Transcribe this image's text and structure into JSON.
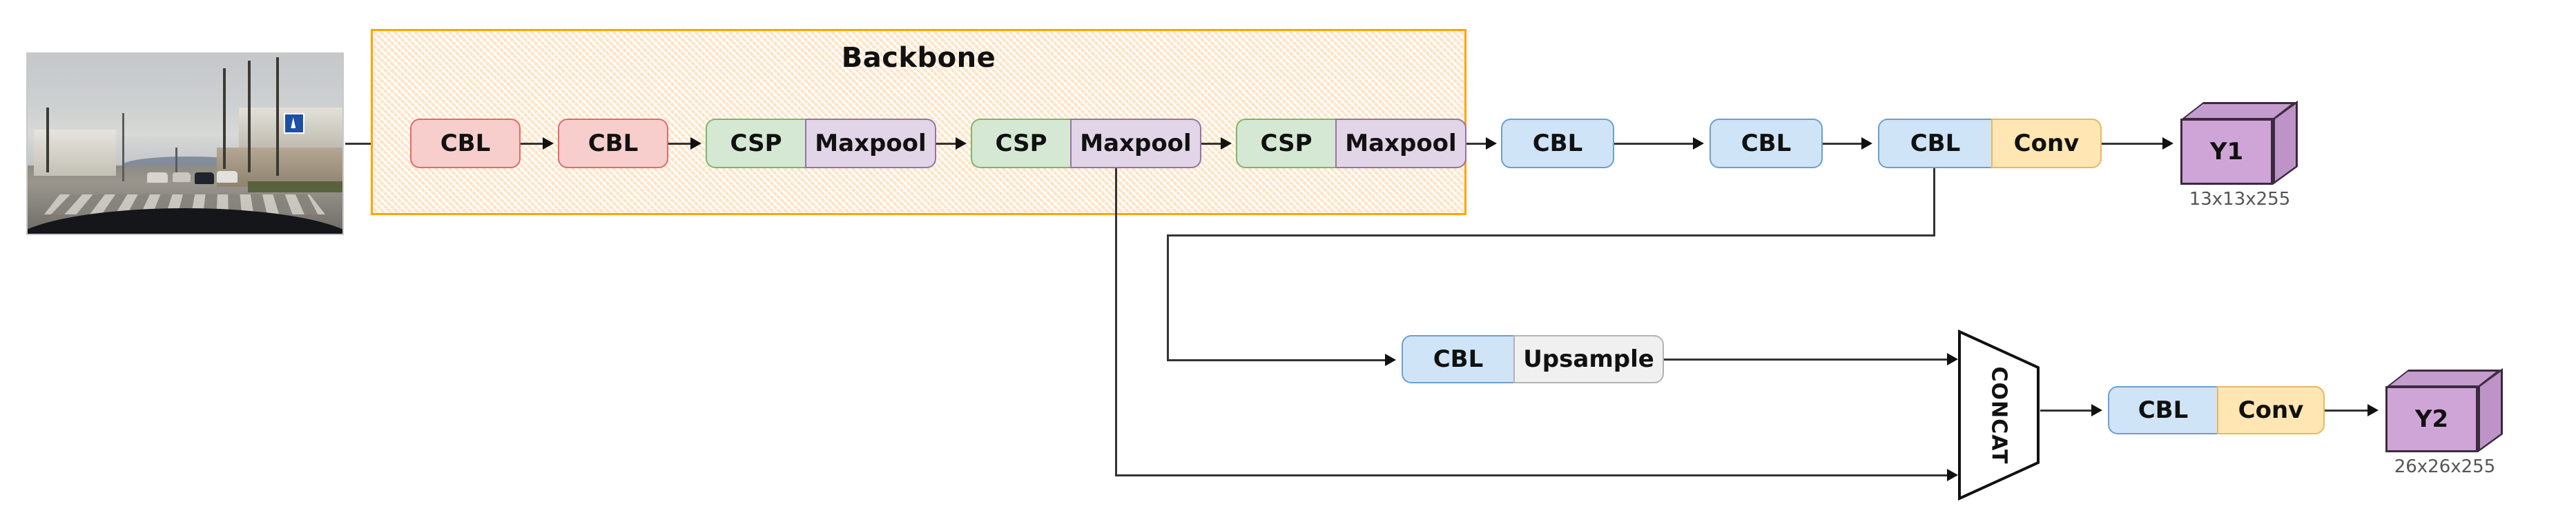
{
  "diagram": {
    "title": "YOLO-style detection network architecture",
    "input": {
      "name": "input-image",
      "description": "Dashcam street scene with pedestrian crossing"
    },
    "backbone": {
      "label": "Backbone",
      "border_color": "#ffa500",
      "background_color": "#fdeedd",
      "blocks": [
        {
          "label": "CBL",
          "color": "#f8cecc"
        },
        {
          "label": "CBL",
          "color": "#f8cecc"
        },
        {
          "label": "CSP",
          "color": "#d5e8d4"
        },
        {
          "label": "Maxpool",
          "color": "#e1d5e7"
        },
        {
          "label": "CSP",
          "color": "#d5e8d4"
        },
        {
          "label": "Maxpool",
          "color": "#e1d5e7"
        },
        {
          "label": "CSP",
          "color": "#d5e8d4"
        },
        {
          "label": "Maxpool",
          "color": "#e1d5e7"
        },
        {
          "label": "CBL",
          "color": "#cfe4f7"
        }
      ]
    },
    "head_top": {
      "blocks": [
        {
          "label": "CBL",
          "color": "#cfe4f7"
        },
        {
          "label": "CBL",
          "color": "#cfe4f7"
        },
        {
          "label": "Conv",
          "color": "#ffe6b3"
        }
      ],
      "output": {
        "label": "Y1",
        "shape": "13x13x255",
        "color": "#cfa5d8"
      }
    },
    "head_bottom": {
      "blocks": [
        {
          "label": "CBL",
          "color": "#cfe4f7"
        },
        {
          "label": "Upsample",
          "color": "#f0f0f0"
        }
      ],
      "concat": {
        "label": "CONCAT"
      },
      "post_blocks": [
        {
          "label": "CBL",
          "color": "#cfe4f7"
        },
        {
          "label": "Conv",
          "color": "#ffe6b3"
        }
      ],
      "output": {
        "label": "Y2",
        "shape": "26x26x255",
        "color": "#cfa5d8"
      }
    }
  }
}
